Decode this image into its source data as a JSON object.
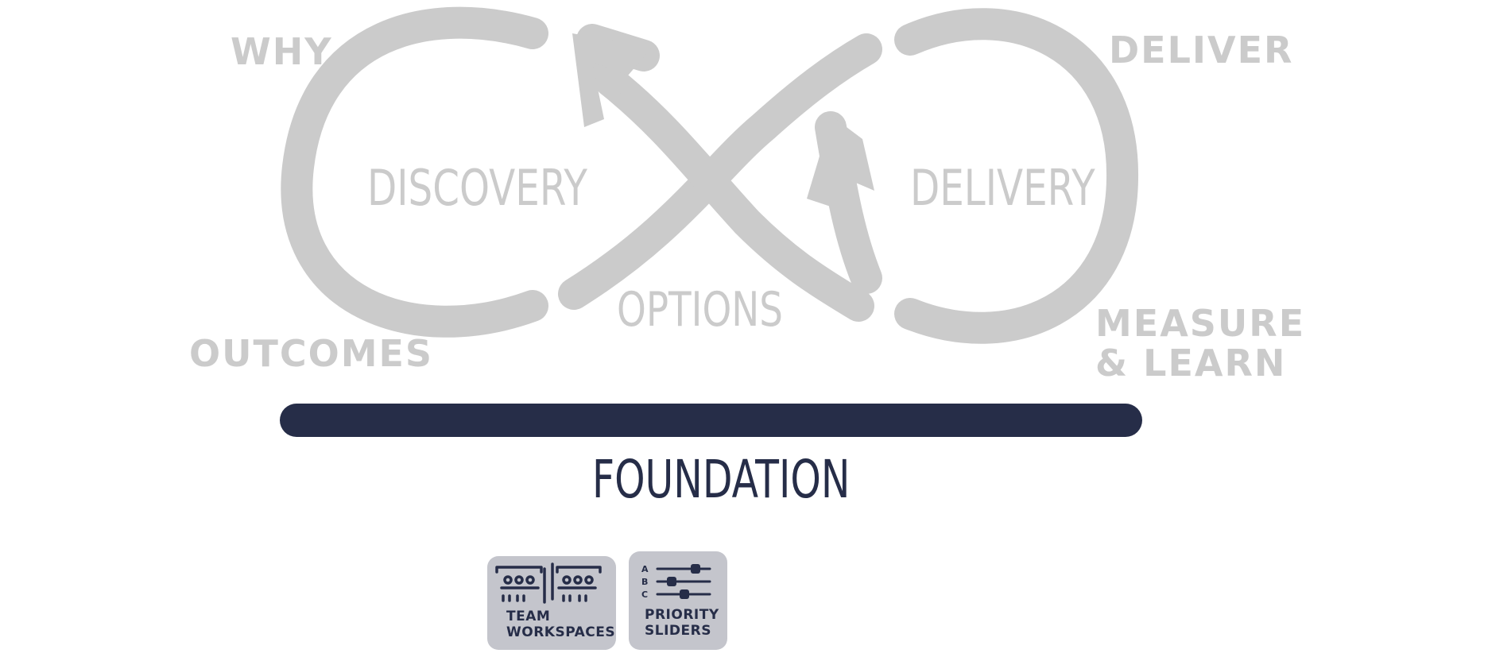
{
  "colors": {
    "loop": "#cbcbcb",
    "foundation": "#262d48",
    "card": "#c4c5cc",
    "background": "#ffffff"
  },
  "loop": {
    "discovery": "DISCOVERY",
    "delivery": "DELIVERY",
    "options": "OPTIONS"
  },
  "corners": {
    "why": "WHY",
    "outcomes": "OUTCOMES",
    "deliver": "DELIVER",
    "measure_line1": "MEASURE",
    "measure_line2": "& LEARN"
  },
  "foundation": {
    "label": "FOUNDATION"
  },
  "cards": [
    {
      "line1": "TEAM",
      "line2": "WORKSPACES",
      "icon": "team-workspaces-icon"
    },
    {
      "line1": "PRIORITY",
      "line2": "SLIDERS",
      "icon": "priority-sliders-icon"
    }
  ],
  "slider_letters": [
    "A",
    "B",
    "C"
  ]
}
